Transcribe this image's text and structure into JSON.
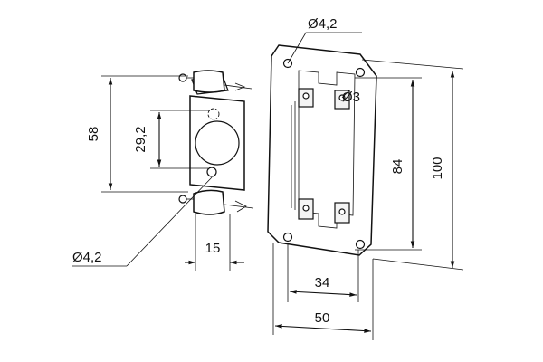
{
  "labels": {
    "hole_diameter_top": "Ø4,2",
    "hole_diameter_small": "Ø3",
    "hole_diameter_left": "Ø4,2",
    "height_58": "58",
    "height_29_2": "29,2",
    "height_84": "84",
    "height_100": "100",
    "width_15": "15",
    "width_34": "34",
    "width_50": "50"
  }
}
